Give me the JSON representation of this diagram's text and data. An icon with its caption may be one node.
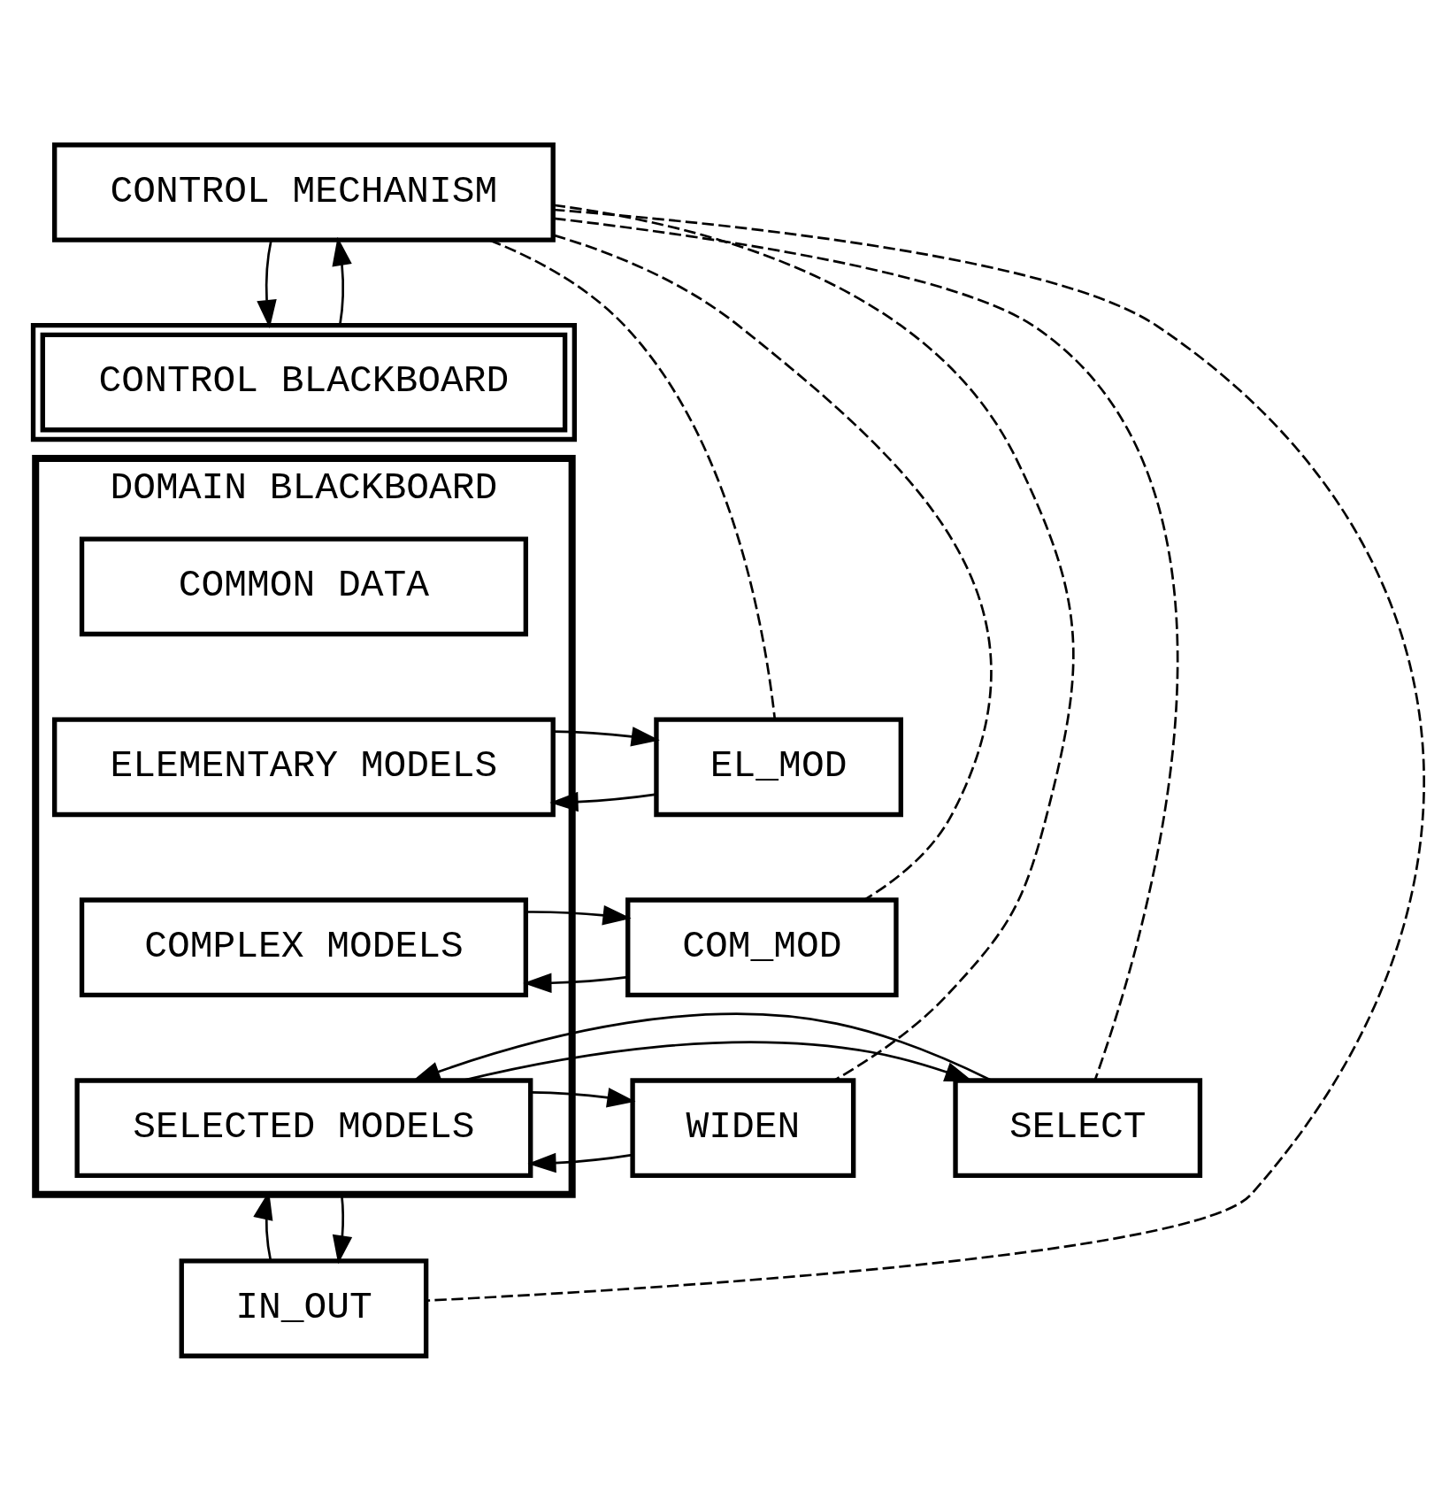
{
  "diagram": {
    "nodes": [
      {
        "text": [
          "CONTROL MECHANISM"
        ]
      },
      {
        "text": [
          "CONTROL BLACKBOARD"
        ]
      },
      {
        "text": [
          "DOMAIN BLACKBOARD"
        ]
      },
      {
        "text": [
          "COMMON DATA"
        ],
        "in": 2
      },
      {
        "text": [
          "ELEMENTARY MODELS"
        ],
        "in": 2
      },
      {
        "text": [
          "COMPLEX MODELS"
        ],
        "in": 2
      },
      {
        "text": [
          "SELECTED MODELS"
        ],
        "in": 2
      },
      {
        "text": [
          "EL_MOD"
        ]
      },
      {
        "text": [
          "COM_MOD"
        ]
      },
      {
        "text": [
          "WIDEN"
        ]
      },
      {
        "text": [
          "SELECT"
        ]
      },
      {
        "text": [
          "IN_OUT"
        ]
      }
    ],
    "edges": [
      {
        "from": 0,
        "to": 1,
        "arrow": "to"
      },
      {
        "from": 1,
        "to": 0,
        "arrow": "to"
      },
      {
        "from": 7,
        "to": 4,
        "arrow": "to"
      },
      {
        "from": 4,
        "to": 7,
        "arrow": "to"
      },
      {
        "from": 8,
        "to": 5,
        "arrow": "to"
      },
      {
        "from": 5,
        "to": 8,
        "arrow": "to"
      },
      {
        "from": 9,
        "to": 6,
        "arrow": "to"
      },
      {
        "from": 6,
        "to": 9,
        "arrow": "to"
      },
      {
        "from": 6,
        "to": 10,
        "arrow": "to"
      },
      {
        "from": 10,
        "to": 6,
        "arrow": "to"
      },
      {
        "from": 11,
        "to": 2,
        "arrow": "to"
      },
      {
        "from": 2,
        "to": 11,
        "arrow": "to"
      },
      {
        "from": 0,
        "to": 7,
        "arrow": "none",
        "style": "dashed"
      },
      {
        "from": 0,
        "to": 8,
        "arrow": "none",
        "style": "dashed"
      },
      {
        "from": 0,
        "to": 9,
        "arrow": "none",
        "style": "dashed"
      },
      {
        "from": 0,
        "to": 11,
        "arrow": "none",
        "style": "dashed"
      },
      {
        "from": 0,
        "to": 10,
        "arrow": "none",
        "style": "dashed"
      }
    ]
  }
}
